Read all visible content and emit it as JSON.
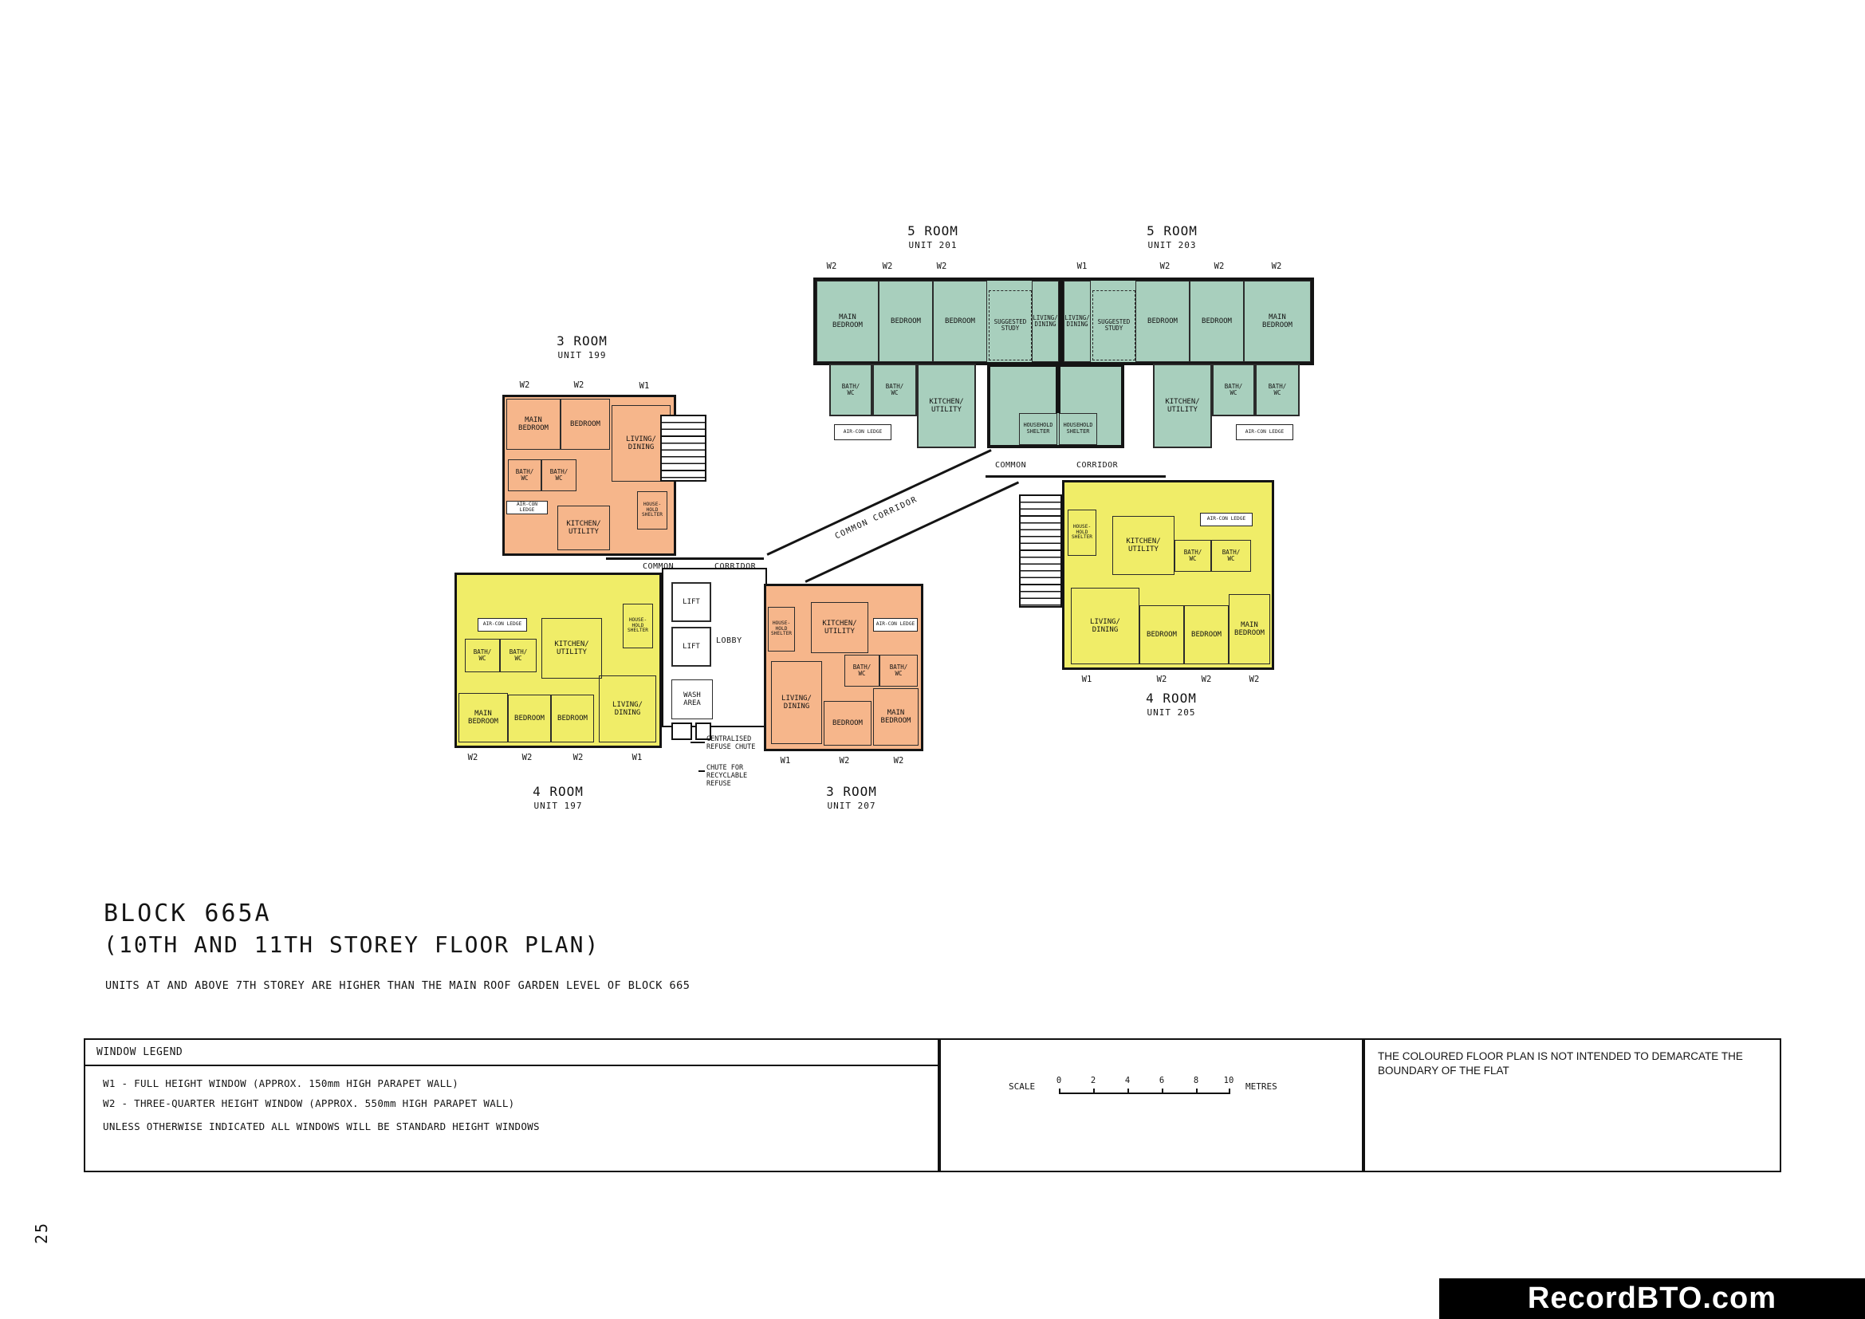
{
  "page": {
    "number": "25",
    "watermark": "RecordBTO.com"
  },
  "title": {
    "block": "BLOCK 665A",
    "storey": "(10TH AND 11TH STOREY FLOOR PLAN)",
    "note": "UNITS AT AND ABOVE 7TH STOREY ARE HIGHER THAN THE MAIN ROOF GARDEN LEVEL OF BLOCK 665"
  },
  "legend": {
    "header": "WINDOW LEGEND",
    "lines": [
      "W1  -  FULL HEIGHT WINDOW (APPROX. 150mm HIGH PARAPET WALL)",
      "W2  -  THREE-QUARTER HEIGHT WINDOW (APPROX. 550mm HIGH PARAPET WALL)",
      "UNLESS OTHERWISE INDICATED ALL WINDOWS WILL BE STANDARD HEIGHT WINDOWS"
    ]
  },
  "scalebar": {
    "label": "SCALE",
    "ticks": [
      "0",
      "2",
      "4",
      "6",
      "8",
      "10"
    ],
    "unit": "METRES"
  },
  "disclaimer": "THE COLOURED FLOOR PLAN IS NOT INTENDED TO DEMARCATE THE BOUNDARY OF THE FLAT",
  "colors": {
    "room5": "#a8cfbd",
    "room4": "#f0ed68",
    "room3": "#f6b68b",
    "wall": "#141414"
  },
  "windows": {
    "w1": "W1",
    "w2": "W2"
  },
  "labels": {
    "main_bedroom": "MAIN\nBEDROOM",
    "bedroom": "BEDROOM",
    "living_dining": "LIVING/\nDINING",
    "kitchen_utility": "KITCHEN/\nUTILITY",
    "bath_wc": "BATH/\nWC",
    "suggested_study": "SUGGESTED\nSTUDY",
    "aircon_ledge": "AIR-CON LEDGE",
    "hhs": "HOUSEHOLD\nSHELTER",
    "hhs_small": "HOUSE-\nHOLD\nSHELTER"
  },
  "common": {
    "lift": "LIFT",
    "lobby": "LOBBY",
    "wash_area": "WASH\nAREA",
    "common": "COMMON",
    "corridor": "CORRIDOR",
    "common_corridor": "COMMON   CORRIDOR",
    "refuse_chute": "CENTRALISED\nREFUSE CHUTE",
    "recyclable_chute": "CHUTE FOR\nRECYCLABLE\nREFUSE"
  },
  "units": {
    "u197": {
      "type": "4 ROOM",
      "no": "UNIT 197"
    },
    "u199": {
      "type": "3 ROOM",
      "no": "UNIT 199"
    },
    "u201": {
      "type": "5 ROOM",
      "no": "UNIT 201"
    },
    "u203": {
      "type": "5 ROOM",
      "no": "UNIT 203"
    },
    "u205": {
      "type": "4 ROOM",
      "no": "UNIT 205"
    },
    "u207": {
      "type": "3 ROOM",
      "no": "UNIT 207"
    }
  }
}
